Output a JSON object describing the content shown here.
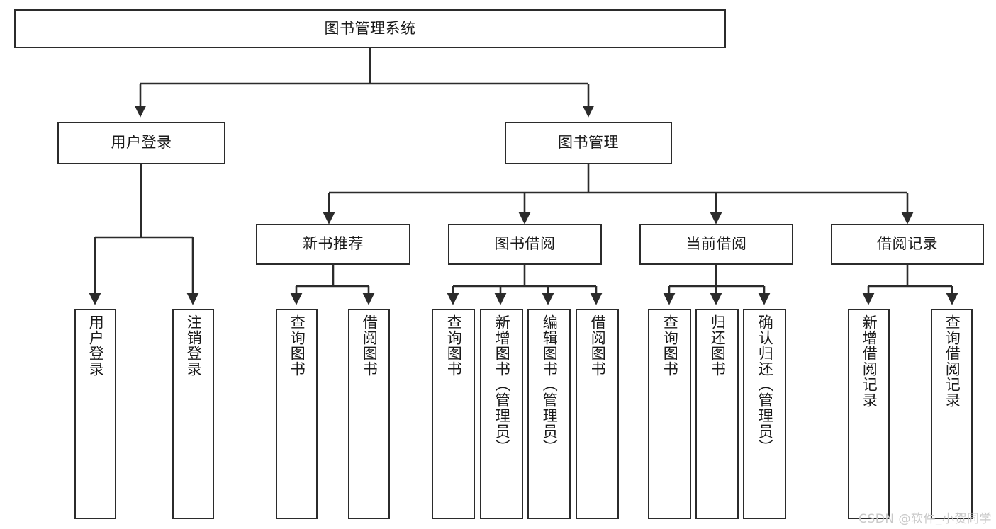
{
  "diagram": {
    "title": "图书管理系统",
    "type": "tree-hierarchy-chart",
    "root": {
      "id": "root",
      "label": "图书管理系统"
    },
    "level2": [
      {
        "id": "user-login",
        "label": "用户登录"
      },
      {
        "id": "book-manage",
        "label": "图书管理"
      }
    ],
    "level3": [
      {
        "id": "new-book-rec",
        "label": "新书推荐",
        "parent": "book-manage"
      },
      {
        "id": "book-borrow",
        "label": "图书借阅",
        "parent": "book-manage"
      },
      {
        "id": "current-borrow",
        "label": "当前借阅",
        "parent": "book-manage"
      },
      {
        "id": "borrow-record",
        "label": "借阅记录",
        "parent": "book-manage"
      }
    ],
    "leaves": [
      {
        "id": "leaf-user-login",
        "label": "用户登录",
        "parent": "user-login"
      },
      {
        "id": "leaf-logout",
        "label": "注销登录",
        "parent": "user-login"
      },
      {
        "id": "leaf-query-book-1",
        "label": "查询图书",
        "parent": "new-book-rec"
      },
      {
        "id": "leaf-borrow-book-1",
        "label": "借阅图书",
        "parent": "new-book-rec"
      },
      {
        "id": "leaf-query-book-2",
        "label": "查询图书",
        "parent": "book-borrow"
      },
      {
        "id": "leaf-add-book",
        "label": "新增图书（管理员）",
        "parent": "book-borrow"
      },
      {
        "id": "leaf-edit-book",
        "label": "编辑图书（管理员）",
        "parent": "book-borrow"
      },
      {
        "id": "leaf-borrow-book-2",
        "label": "借阅图书",
        "parent": "book-borrow"
      },
      {
        "id": "leaf-query-book-3",
        "label": "查询图书",
        "parent": "current-borrow"
      },
      {
        "id": "leaf-return-book",
        "label": "归还图书",
        "parent": "current-borrow"
      },
      {
        "id": "leaf-confirm-return",
        "label": "确认归还（管理员）",
        "parent": "current-borrow"
      },
      {
        "id": "leaf-add-record",
        "label": "新增借阅记录",
        "parent": "borrow-record"
      },
      {
        "id": "leaf-query-record",
        "label": "查询借阅记录",
        "parent": "borrow-record"
      }
    ],
    "colors": {
      "stroke": "#2b2b2b",
      "fill": "#ffffff",
      "text": "#1a1a1a",
      "watermark": "#c9c9c9"
    }
  },
  "watermark": {
    "text": "CSDN @软件_小贺同学"
  }
}
